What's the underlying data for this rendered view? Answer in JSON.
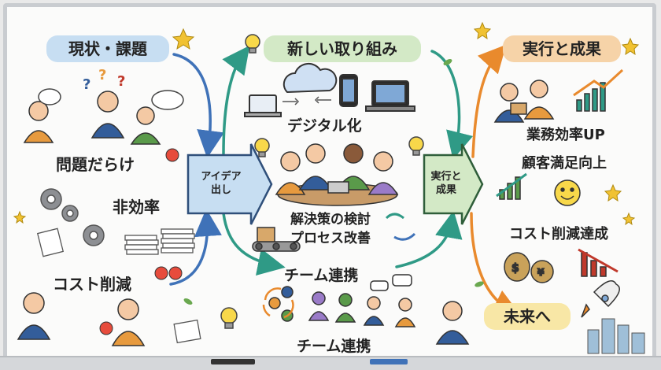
{
  "board": {
    "current": {
      "title": "現状・課題"
    },
    "problems": [
      "問題だらけ",
      "非効率",
      "コスト削減"
    ],
    "center": {
      "ideation": "アイデア\n出し",
      "execute": "実行と\n成果"
    },
    "new_initiatives": {
      "title": "新しい取り組み",
      "items": [
        "デジタル化",
        "解決策の検討",
        "プロセス改善",
        "チーム連携"
      ]
    },
    "bottom_label": "チーム連携",
    "results": {
      "title": "実行と成果",
      "items": [
        "業務効率UP",
        "顧客満足向上",
        "コスト削減達成"
      ],
      "future": "未来へ"
    }
  },
  "colors": {
    "bubble_blue": "#c7def2",
    "bubble_green": "#d3e9c6",
    "bubble_orange": "#f6d3a8",
    "bubble_yellow": "#f8e7a6",
    "arrow_blue": "#3f72b8",
    "arrow_teal": "#2f9a86",
    "arrow_orange": "#e98a2d"
  }
}
